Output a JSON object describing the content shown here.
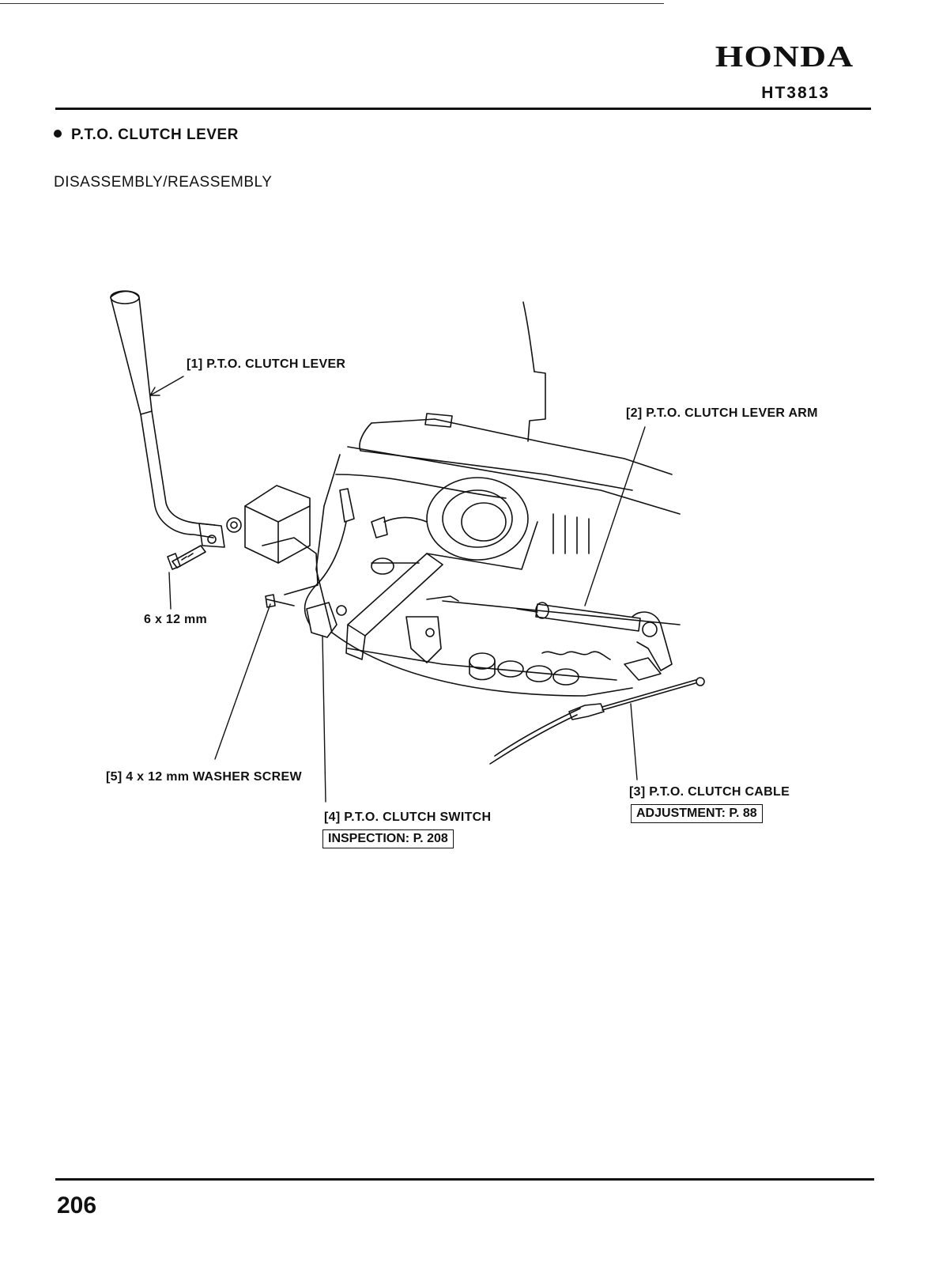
{
  "header": {
    "brand": "HONDA",
    "model": "HT3813"
  },
  "section": {
    "title": "P.T.O. CLUTCH LEVER",
    "subtitle": "DISASSEMBLY/REASSEMBLY"
  },
  "callouts": {
    "lever": "[1] P.T.O. CLUTCH LEVER",
    "lever_arm": "[2] P.T.O. CLUTCH LEVER ARM",
    "bolt_size": "6 x 12 mm",
    "washer_screw": "[5] 4 x 12 mm WASHER SCREW",
    "switch": "[4] P.T.O. CLUTCH SWITCH",
    "switch_ref": "INSPECTION: P. 208",
    "cable": "[3] P.T.O. CLUTCH CABLE",
    "cable_ref": "ADJUSTMENT: P. 88"
  },
  "footer": {
    "page_number": "206"
  },
  "colors": {
    "ink": "#111111",
    "paper": "#ffffff"
  }
}
